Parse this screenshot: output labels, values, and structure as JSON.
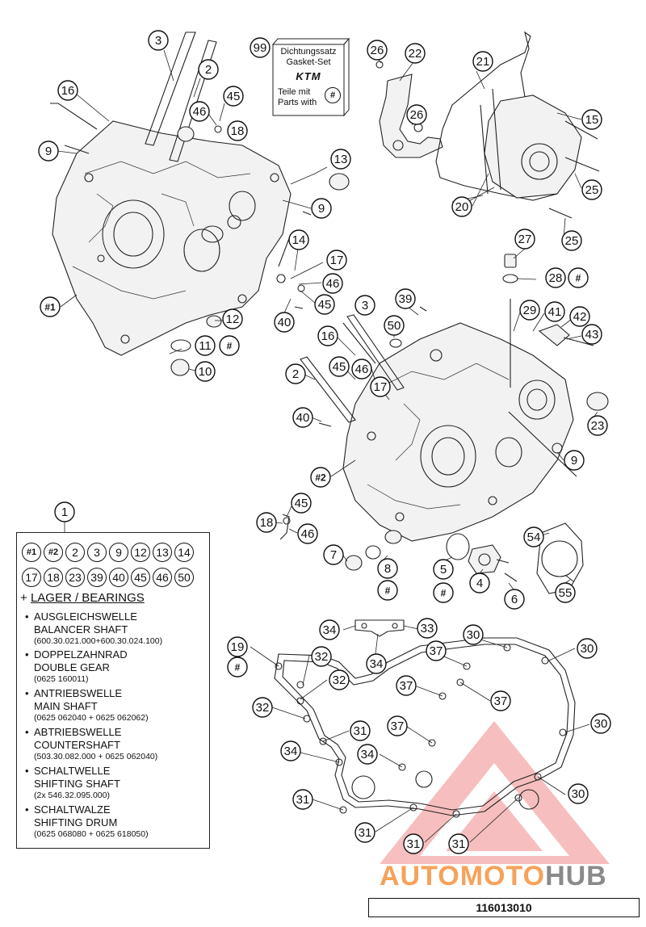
{
  "diagram": {
    "diagram_id": "116013010",
    "watermark": {
      "part_a": "AUTOMOTO",
      "part_b": "HUB"
    }
  },
  "gasket_set": {
    "ref": "99",
    "line1": "Dichtungssatz",
    "line2": "Gasket-Set",
    "brand_logo": "KTM",
    "line3": "Teile mit",
    "line4": "Parts with",
    "marker": "#"
  },
  "legend": {
    "ref": "1",
    "row1": [
      "#1",
      "#2",
      "2",
      "3",
      "9",
      "12",
      "13",
      "14"
    ],
    "row2": [
      "17",
      "18",
      "23",
      "39",
      "40",
      "45",
      "46",
      "50"
    ],
    "heading_prefix": "+",
    "heading": "LAGER / BEARINGS",
    "bearings": [
      {
        "de": "AUSGLEICHSWELLE",
        "en": "BALANCER SHAFT",
        "parts": "(600.30.021.000+600.30.024.100)"
      },
      {
        "de": "DOPPELZAHNRAD",
        "en": "DOUBLE GEAR",
        "parts": "(0625 160011)"
      },
      {
        "de": "ANTRIEBSWELLE",
        "en": "MAIN SHAFT",
        "parts": "(0625 062040 + 0625 062062)"
      },
      {
        "de": "ABTRIEBSWELLE",
        "en": "COUNTERSHAFT",
        "parts": "(503.30.082.000 + 0625 062040)"
      },
      {
        "de": "SCHALTWELLE",
        "en": "SHIFTING SHAFT",
        "parts": "(2x 546.32.095.000)"
      },
      {
        "de": "SCHALTWALZE",
        "en": "SHIFTING DRUM",
        "parts": "(0625 068080 + 0625 618050)"
      }
    ]
  },
  "callouts": [
    {
      "label": "3"
    },
    {
      "label": "2"
    },
    {
      "label": "16"
    },
    {
      "label": "9"
    },
    {
      "label": "46"
    },
    {
      "label": "45"
    },
    {
      "label": "18"
    },
    {
      "label": "13"
    },
    {
      "label": "9"
    },
    {
      "label": "14"
    },
    {
      "label": "17"
    },
    {
      "label": "46"
    },
    {
      "label": "45"
    },
    {
      "label": "40"
    },
    {
      "label": "12"
    },
    {
      "label": "11"
    },
    {
      "label": "#"
    },
    {
      "label": "10"
    },
    {
      "label": "#1"
    },
    {
      "label": "99"
    },
    {
      "label": "26"
    },
    {
      "label": "22"
    },
    {
      "label": "26"
    },
    {
      "label": "21"
    },
    {
      "label": "15"
    },
    {
      "label": "25"
    },
    {
      "label": "20"
    },
    {
      "label": "25"
    },
    {
      "label": "27"
    },
    {
      "label": "28"
    },
    {
      "label": "#"
    },
    {
      "label": "29"
    },
    {
      "label": "41"
    },
    {
      "label": "42"
    },
    {
      "label": "43"
    },
    {
      "label": "39"
    },
    {
      "label": "3"
    },
    {
      "label": "50"
    },
    {
      "label": "16"
    },
    {
      "label": "2"
    },
    {
      "label": "45"
    },
    {
      "label": "46"
    },
    {
      "label": "17"
    },
    {
      "label": "40"
    },
    {
      "label": "23"
    },
    {
      "label": "9"
    },
    {
      "label": "#2"
    },
    {
      "label": "45"
    },
    {
      "label": "18"
    },
    {
      "label": "46"
    },
    {
      "label": "54"
    },
    {
      "label": "7"
    },
    {
      "label": "8"
    },
    {
      "label": "#"
    },
    {
      "label": "5"
    },
    {
      "label": "#"
    },
    {
      "label": "4"
    },
    {
      "label": "6"
    },
    {
      "label": "55"
    },
    {
      "label": "34"
    },
    {
      "label": "33"
    },
    {
      "label": "34"
    },
    {
      "label": "30"
    },
    {
      "label": "30"
    },
    {
      "label": "19"
    },
    {
      "label": "#"
    },
    {
      "label": "32"
    },
    {
      "label": "32"
    },
    {
      "label": "37"
    },
    {
      "label": "37"
    },
    {
      "label": "37"
    },
    {
      "label": "32"
    },
    {
      "label": "30"
    },
    {
      "label": "31"
    },
    {
      "label": "37"
    },
    {
      "label": "34"
    },
    {
      "label": "34"
    },
    {
      "label": "30"
    },
    {
      "label": "31"
    },
    {
      "label": "31"
    },
    {
      "label": "31"
    },
    {
      "label": "31"
    },
    {
      "label": "1"
    }
  ]
}
